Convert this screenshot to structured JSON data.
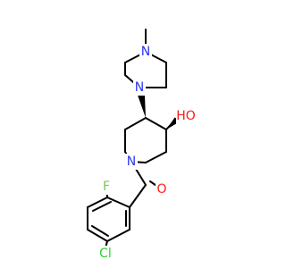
{
  "molecule": {
    "atom_colors": {
      "N": "#2b35f5",
      "O": "#ff1a1a",
      "F": "#78c850",
      "Cl": "#2bd12b",
      "C": "#000000"
    },
    "labels": {
      "n_methyl": "N",
      "n_piperazine": "N",
      "oh": "HO",
      "n_piperidine": "N",
      "carbonyl_o": "O",
      "fluorine": "F",
      "chlorine": "Cl"
    }
  }
}
